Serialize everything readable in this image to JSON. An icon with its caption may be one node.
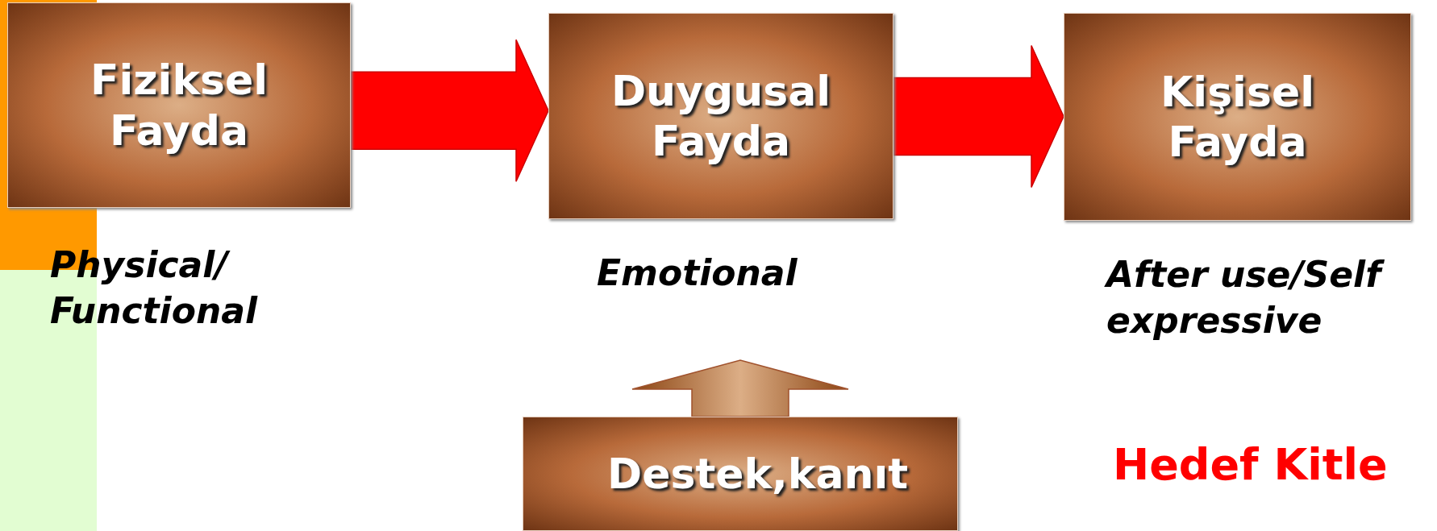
{
  "diagram": {
    "nodes": [
      {
        "text": [
          "Fiziksel Fayda"
        ],
        "beside": [
          "Physical/ Functional"
        ]
      },
      {
        "text": [
          "Duygusal Fayda"
        ],
        "beside": [
          "Emotional"
        ]
      },
      {
        "text": [
          "Kişisel Fayda"
        ],
        "beside": [
          "After use/Self expressive"
        ]
      },
      {
        "text": [
          "Destek,kanıt"
        ]
      }
    ],
    "edges": [
      {
        "from": 0,
        "to": 1,
        "arrow": "to",
        "style": "thick"
      },
      {
        "from": 1,
        "to": 2,
        "arrow": "to",
        "style": "thick"
      },
      {
        "from": 3,
        "to": null,
        "arrow": "to",
        "style": "thick",
        "color": "#a0522d"
      }
    ],
    "labels": [
      "Hedef Kitle"
    ]
  }
}
